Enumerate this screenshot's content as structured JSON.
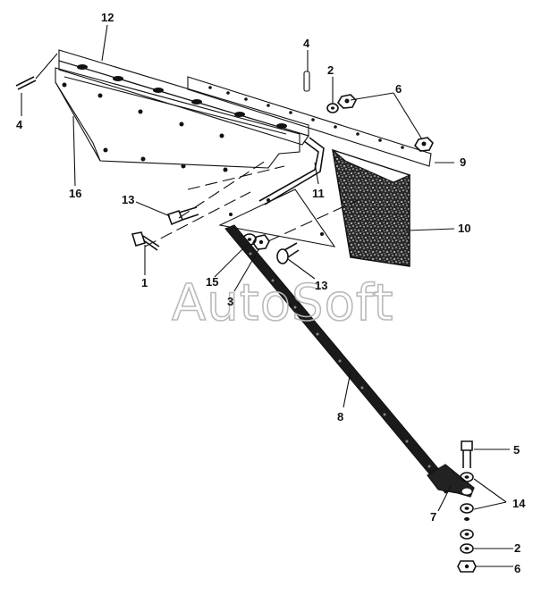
{
  "watermark": "AutoSoft",
  "callouts": [
    {
      "id": "c12",
      "text": "12"
    },
    {
      "id": "c4a",
      "text": "4"
    },
    {
      "id": "c2a",
      "text": "2"
    },
    {
      "id": "c6a",
      "text": "6"
    },
    {
      "id": "c4b",
      "text": "4"
    },
    {
      "id": "c9",
      "text": "9"
    },
    {
      "id": "c16",
      "text": "16"
    },
    {
      "id": "c11",
      "text": "11"
    },
    {
      "id": "c13a",
      "text": "13"
    },
    {
      "id": "c10",
      "text": "10"
    },
    {
      "id": "c1",
      "text": "1"
    },
    {
      "id": "c15",
      "text": "15"
    },
    {
      "id": "c3",
      "text": "3"
    },
    {
      "id": "c13b",
      "text": "13"
    },
    {
      "id": "c8",
      "text": "8"
    },
    {
      "id": "c5",
      "text": "5"
    },
    {
      "id": "c14",
      "text": "14"
    },
    {
      "id": "c7",
      "text": "7"
    },
    {
      "id": "c2b",
      "text": "2"
    },
    {
      "id": "c6b",
      "text": "6"
    }
  ]
}
